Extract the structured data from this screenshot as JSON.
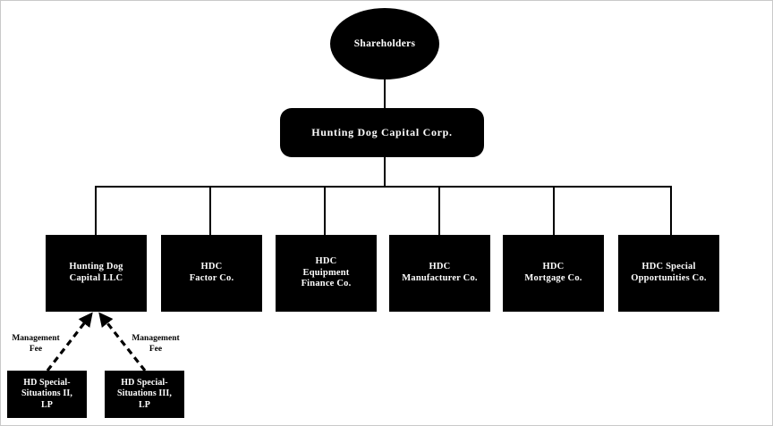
{
  "diagram": {
    "type": "organization-chart",
    "background_color": "#ffffff",
    "node_fill_color": "#000000",
    "node_text_color": "#ffffff",
    "connector_color": "#000000",
    "root": {
      "id": "shareholders",
      "shape": "ellipse",
      "label": "Shareholders"
    },
    "parent": {
      "id": "hunting-dog-capital-corp",
      "shape": "rounded-rectangle",
      "label": "Hunting Dog  Capital  Corp."
    },
    "subsidiaries": [
      {
        "id": "hunting-dog-capital-llc",
        "shape": "rectangle",
        "label": "Hunting Dog\nCapital LLC"
      },
      {
        "id": "hdc-factor-co",
        "shape": "rectangle",
        "label": "HDC\nFactor Co."
      },
      {
        "id": "hdc-equipment-finance-co",
        "shape": "rectangle",
        "label": "HDC\nEquipment\nFinance Co."
      },
      {
        "id": "hdc-manufacturer-co",
        "shape": "rectangle",
        "label": "HDC\nManufacturer Co."
      },
      {
        "id": "hdc-mortgage-co",
        "shape": "rectangle",
        "label": "HDC\nMortgage Co."
      },
      {
        "id": "hdc-special-opportunities-co",
        "shape": "rectangle",
        "label": "HDC  Special\nOpportunities Co."
      }
    ],
    "funds": [
      {
        "id": "hd-special-situations-ii-lp",
        "shape": "rectangle",
        "label": "HD Special-\nSituations II,\nLP",
        "edge_label": "Management\nFee",
        "edge_style": "dashed",
        "edge_target": "hunting-dog-capital-llc",
        "edge_arrow": "up"
      },
      {
        "id": "hd-special-situations-iii-lp",
        "shape": "rectangle",
        "label": "HD Special-\nSituations III,\nLP",
        "edge_label": "Management\nFee",
        "edge_style": "dashed",
        "edge_target": "hunting-dog-capital-llc",
        "edge_arrow": "up"
      }
    ]
  }
}
